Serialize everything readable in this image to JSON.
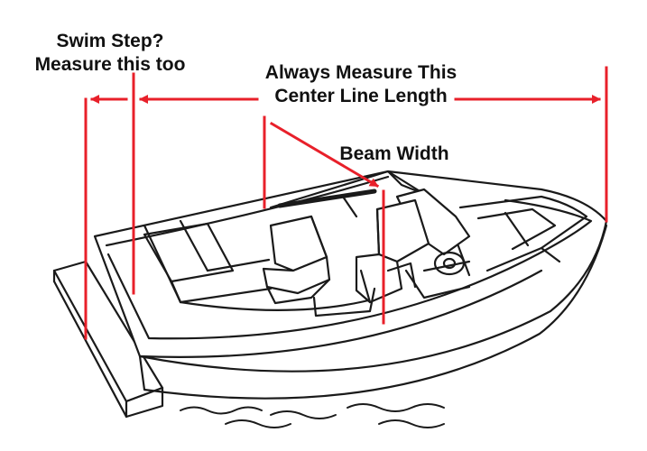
{
  "labels": {
    "swim_step_line1": "Swim Step?",
    "swim_step_line2": "Measure this too",
    "center_line_line1": "Always Measure This",
    "center_line_line2": "Center Line Length",
    "beam_width": "Beam Width"
  },
  "colors": {
    "measure": "#e8202a",
    "outline": "#1a1a1a",
    "text": "#111111",
    "background": "#ffffff"
  }
}
